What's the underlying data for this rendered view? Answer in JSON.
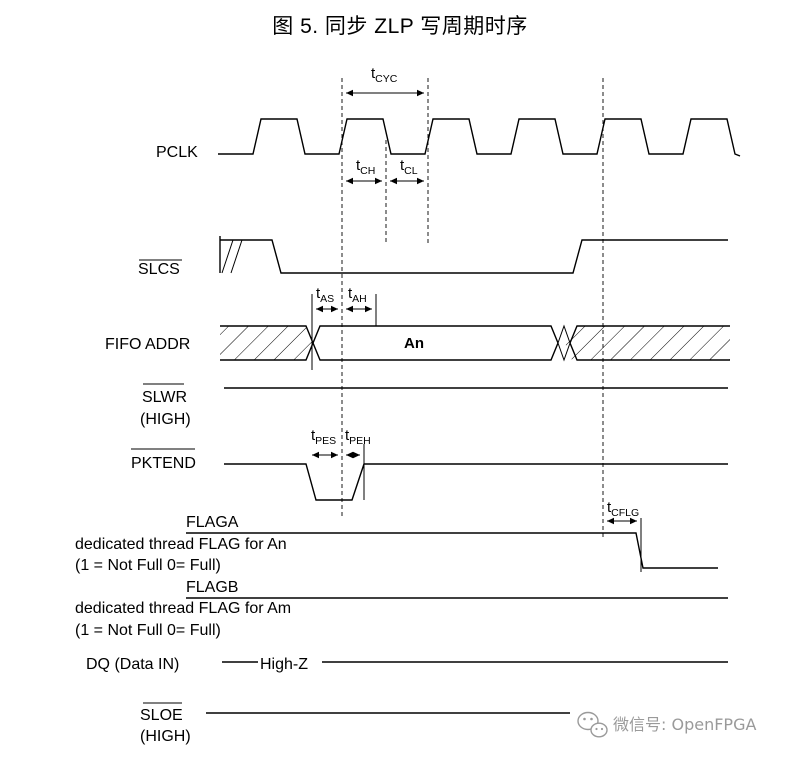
{
  "title": "图 5. 同步 ZLP 写周期时序",
  "timing": {
    "tcyc": {
      "main": "t",
      "sub": "CYC"
    },
    "tch": {
      "main": "t",
      "sub": "CH"
    },
    "tcl": {
      "main": "t",
      "sub": "CL"
    },
    "tas": {
      "main": "t",
      "sub": "AS"
    },
    "tah": {
      "main": "t",
      "sub": "AH"
    },
    "tpes": {
      "main": "t",
      "sub": "PES"
    },
    "tpeh": {
      "main": "t",
      "sub": "PEH"
    },
    "tcflg": {
      "main": "t",
      "sub": "CFLG"
    }
  },
  "signals": {
    "pclk": "PCLK",
    "slcs": "SLCS",
    "fifo_addr": "FIFO ADDR",
    "addr_value": "An",
    "slwr": "SLWR",
    "slwr_state": "(HIGH)",
    "pktend": "PKTEND",
    "flaga": "FLAGA",
    "flaga_desc": "dedicated thread FLAG for An",
    "flaga_note": "(1 = Not Full 0= Full)",
    "flagb": "FLAGB",
    "flagb_desc": "dedicated thread FLAG for Am",
    "flagb_note": "(1 = Not Full 0= Full)",
    "dq": "DQ (Data IN)",
    "dq_state": "High-Z",
    "sloe": "SLOE",
    "sloe_state": "(HIGH)"
  },
  "watermark": {
    "icon": "wechat-icon",
    "text": "微信号: OpenFPGA"
  }
}
